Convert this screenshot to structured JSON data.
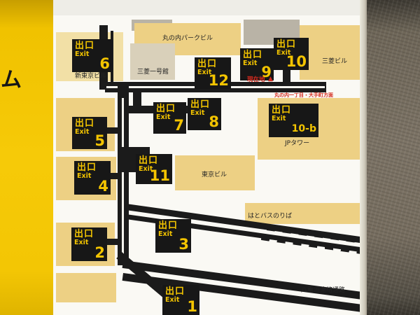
{
  "photo": {
    "side_text": "ム"
  },
  "map": {
    "exits": [
      {
        "kanji": "出口",
        "en": "Exit",
        "number": "6"
      },
      {
        "kanji": "出口",
        "en": "Exit",
        "number": "12"
      },
      {
        "kanji": "出口",
        "en": "Exit",
        "number": "9"
      },
      {
        "kanji": "出口",
        "en": "Exit",
        "number": "10"
      },
      {
        "kanji": "出口",
        "en": "Exit",
        "number": "5"
      },
      {
        "kanji": "出口",
        "en": "Exit",
        "number": "7"
      },
      {
        "kanji": "出口",
        "en": "Exit",
        "number": "8"
      },
      {
        "kanji": "出口",
        "en": "Exit",
        "number": "10-b"
      },
      {
        "kanji": "出口",
        "en": "Exit",
        "number": "4"
      },
      {
        "kanji": "出口",
        "en": "Exit",
        "number": "11"
      },
      {
        "kanji": "出口",
        "en": "Exit",
        "number": "2"
      },
      {
        "kanji": "出口",
        "en": "Exit",
        "number": "3"
      },
      {
        "kanji": "出口",
        "en": "Exit",
        "number": "1"
      }
    ],
    "buildings": [
      {
        "name": "丸の内パークビル"
      },
      {
        "name": "三菱ビル"
      },
      {
        "name": "新東京ビル"
      },
      {
        "name": "三菱一号館"
      },
      {
        "name": "JPタワー"
      },
      {
        "name": "東京ビル"
      },
      {
        "name": "はとバスのりば"
      },
      {
        "name": "八重洲連絡通路"
      }
    ],
    "markers": {
      "current_location": "現在地",
      "current_location_icon": "▲",
      "direction": "丸の内一丁目・大手町方面"
    },
    "colors": {
      "sign_yellow": "#f2c401",
      "building_tan": "#edd084",
      "passage_black": "#1b1b1b",
      "marker_red": "#d42a1e"
    }
  }
}
